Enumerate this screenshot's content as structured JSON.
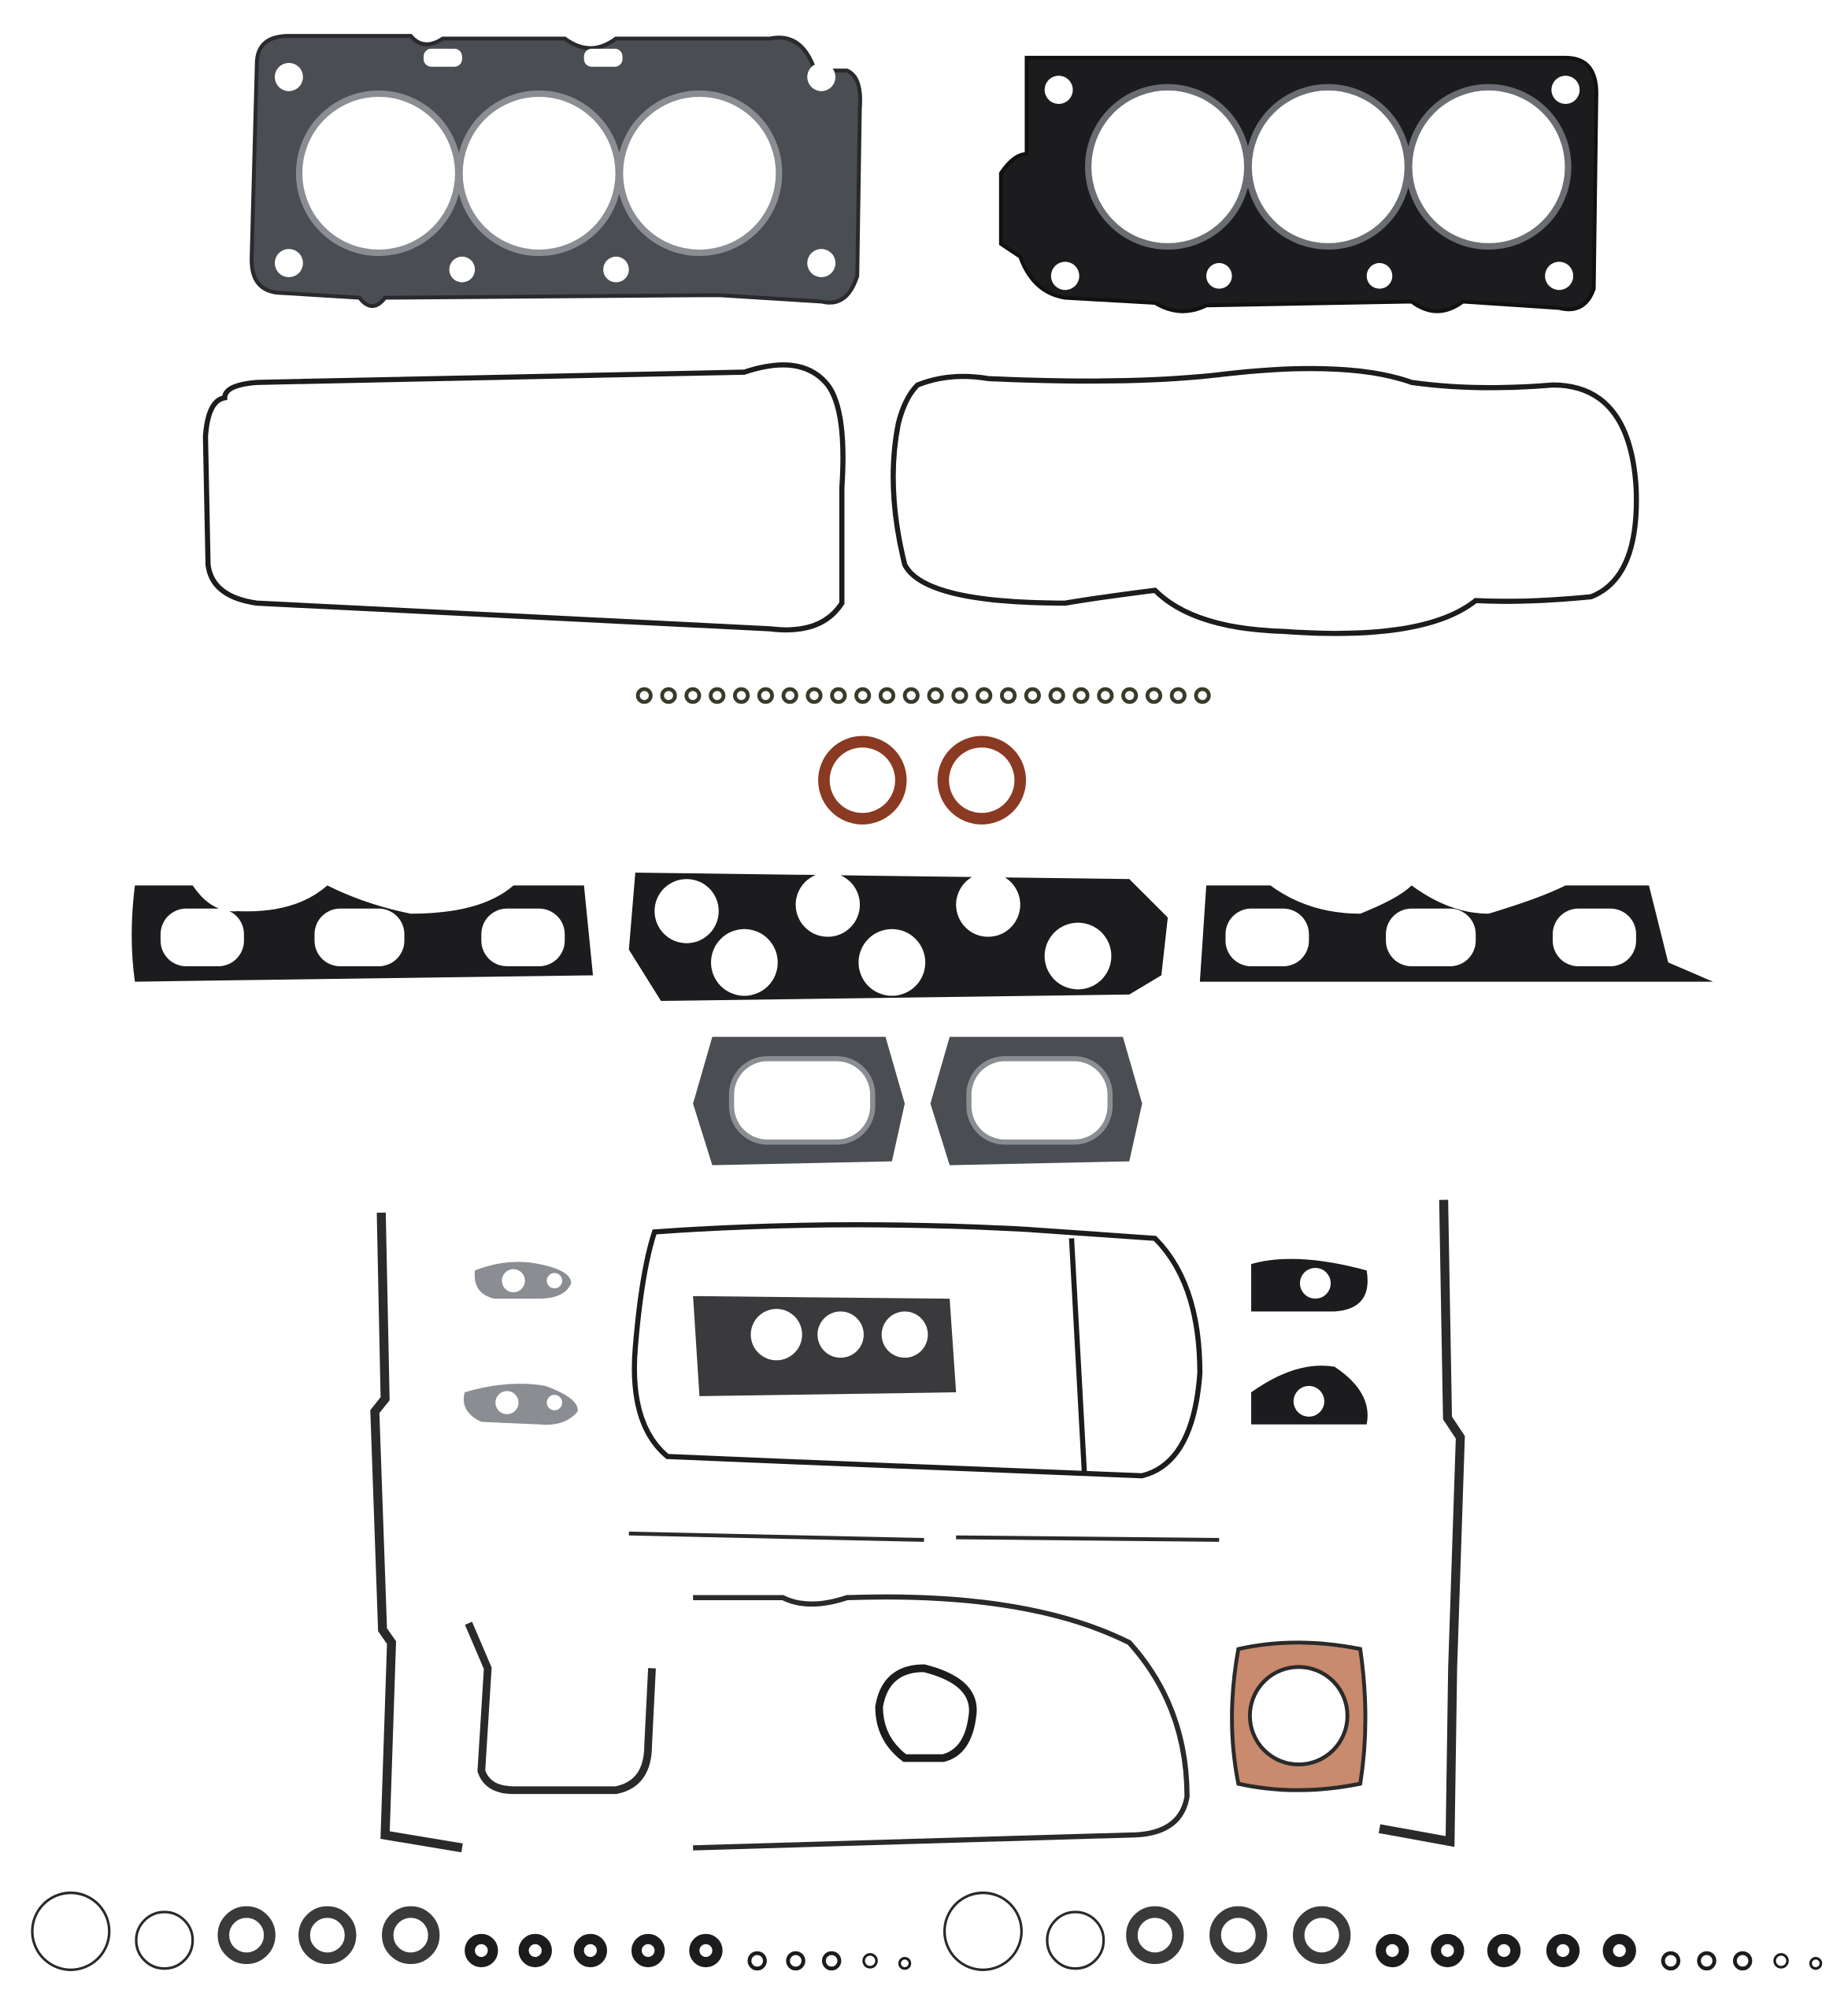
{
  "colors": {
    "background": "#ffffff",
    "gasket_dark": "#1c1c1e",
    "gasket_steel": "#4a4d52",
    "steel_light": "#8a8d92",
    "seal_brown": "#8a3a22",
    "seal_rubber": "#2a2a2a",
    "throttle_gasket": "#c98a6e",
    "cutout": "#ffffff"
  },
  "counts": {
    "valve_stem_seals": 24,
    "cam_seals": 2,
    "bottom_rings": 30
  }
}
